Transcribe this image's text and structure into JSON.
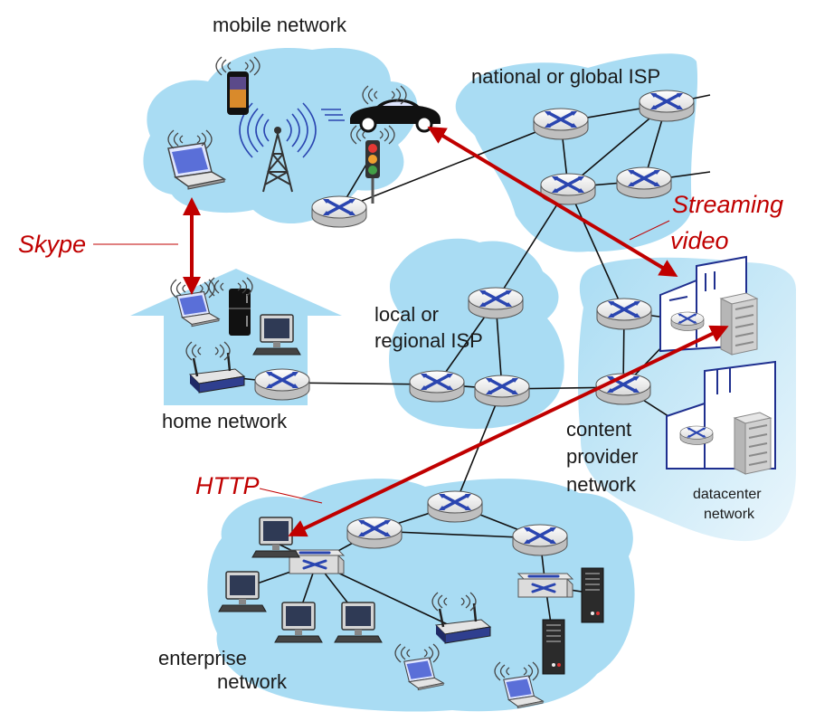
{
  "networks": {
    "mobile": "mobile network",
    "isp_global": "national or global ISP",
    "isp_local_line1": "local or",
    "isp_local_line2": "regional ISP",
    "home": "home network",
    "content_line1": "content",
    "content_line2": "provider",
    "content_line3": "network",
    "datacenter_line1": "datacenter",
    "datacenter_line2": "network",
    "enterprise_line1": "enterprise",
    "enterprise_line2": "network"
  },
  "applications": {
    "skype": "Skype",
    "streaming_line1": "Streaming",
    "streaming_line2": "video",
    "http": "HTTP"
  },
  "colors": {
    "cloud": "#a9dcf3",
    "router": "#2a45b0",
    "arrow": "#c00000",
    "building": "#1f2f8f"
  }
}
